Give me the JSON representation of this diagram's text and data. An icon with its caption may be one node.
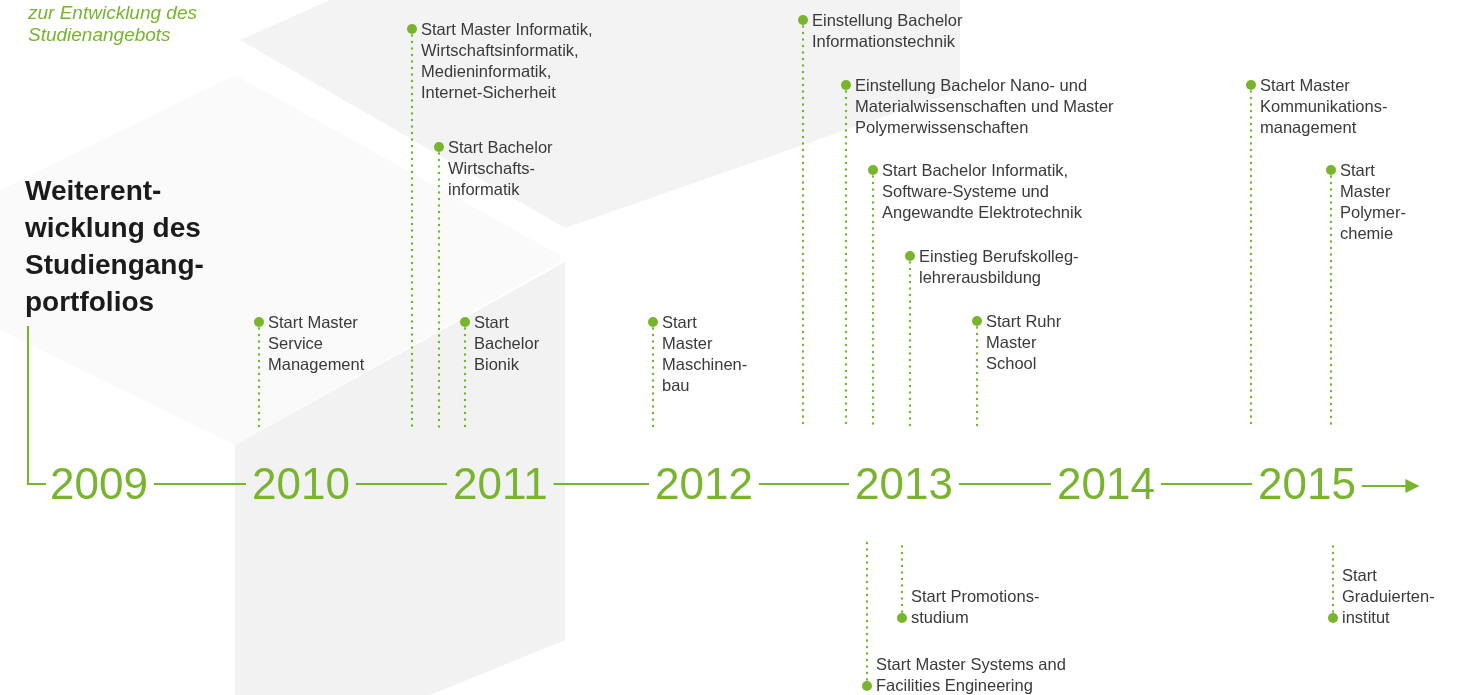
{
  "diagram": {
    "nodes": [
      {
        "text": [
          "Weiterent- wicklung des Studiengang- portfolios"
        ]
      },
      {
        "text": [
          "2009"
        ]
      },
      {
        "text": [
          "2010"
        ]
      },
      {
        "text": [
          "2011"
        ]
      },
      {
        "text": [
          "2012"
        ]
      },
      {
        "text": [
          "2013"
        ]
      },
      {
        "text": [
          "2014"
        ]
      },
      {
        "text": [
          "2015"
        ]
      },
      {
        "text": [
          "Start Master Service Management"
        ]
      },
      {
        "text": [
          "Start Master Informatik, Wirtschaftsinformatik, Medieninformatik, Internet-Sicherheit"
        ]
      },
      {
        "text": [
          "Start Bachelor Wirtschafts- informatik"
        ]
      },
      {
        "text": [
          "Start Bachelor Bionik"
        ]
      },
      {
        "text": [
          "Start Master Maschinen- bau"
        ]
      },
      {
        "text": [
          "Einstellung Bachelor Informationstechnik"
        ]
      },
      {
        "text": [
          "Einstellung Bachelor Nano- und Materialwissenschaften und Master Polymerwissenschaften"
        ]
      },
      {
        "text": [
          "Start Bachelor Informatik, Software-Systeme und Angewandte Elektrotechnik"
        ]
      },
      {
        "text": [
          "Einstieg Berufskolleg- lehrerausbildung"
        ]
      },
      {
        "text": [
          "Start Ruhr Master School"
        ]
      },
      {
        "text": [
          "Start Promotions- studium"
        ]
      },
      {
        "text": [
          "Start Master Systems and Facilities Engineering"
        ]
      },
      {
        "text": [
          "Start Master Kommunikations- management"
        ]
      },
      {
        "text": [
          "Start Master Polymer- chemie"
        ]
      },
      {
        "text": [
          "Start Graduierten- institut"
        ]
      }
    ],
    "edges": [
      {
        "from": 0,
        "to": 1,
        "arrow": "none"
      },
      {
        "from": 1,
        "to": 2,
        "arrow": "none"
      },
      {
        "from": 2,
        "to": 3,
        "arrow": "none"
      },
      {
        "from": 3,
        "to": 4,
        "arrow": "none"
      },
      {
        "from": 4,
        "to": 5,
        "arrow": "none"
      },
      {
        "from": 5,
        "to": 6,
        "arrow": "none"
      },
      {
        "from": 6,
        "to": 7,
        "arrow": "none"
      },
      {
        "from": 7,
        "to": null,
        "arrow": "to"
      },
      {
        "from": 8,
        "to": null,
        "arrow": "other",
        "style": "dashed"
      },
      {
        "from": 9,
        "to": null,
        "arrow": "other",
        "style": "dashed"
      },
      {
        "from": 10,
        "to": null,
        "arrow": "other",
        "style": "dashed"
      },
      {
        "from": 11,
        "to": null,
        "arrow": "other",
        "style": "dashed"
      },
      {
        "from": 12,
        "to": null,
        "arrow": "other",
        "style": "dashed"
      },
      {
        "from": 13,
        "to": null,
        "arrow": "other",
        "style": "dashed"
      },
      {
        "from": 14,
        "to": null,
        "arrow": "other",
        "style": "dashed"
      },
      {
        "from": 15,
        "to": null,
        "arrow": "other",
        "style": "dashed"
      },
      {
        "from": 16,
        "to": null,
        "arrow": "other",
        "style": "dashed"
      },
      {
        "from": 17,
        "to": null,
        "arrow": "other",
        "style": "dashed"
      },
      {
        "from": 18,
        "to": null,
        "arrow": "other",
        "style": "dashed"
      },
      {
        "from": 19,
        "to": null,
        "arrow": "other",
        "style": "dashed"
      },
      {
        "from": 20,
        "to": null,
        "arrow": "other",
        "style": "dashed"
      },
      {
        "from": 21,
        "to": null,
        "arrow": "other",
        "style": "dashed"
      },
      {
        "from": 22,
        "to": null,
        "arrow": "other",
        "style": "dashed"
      }
    ],
    "labels": [
      "zur Entwicklung des Studienangebots"
    ]
  }
}
